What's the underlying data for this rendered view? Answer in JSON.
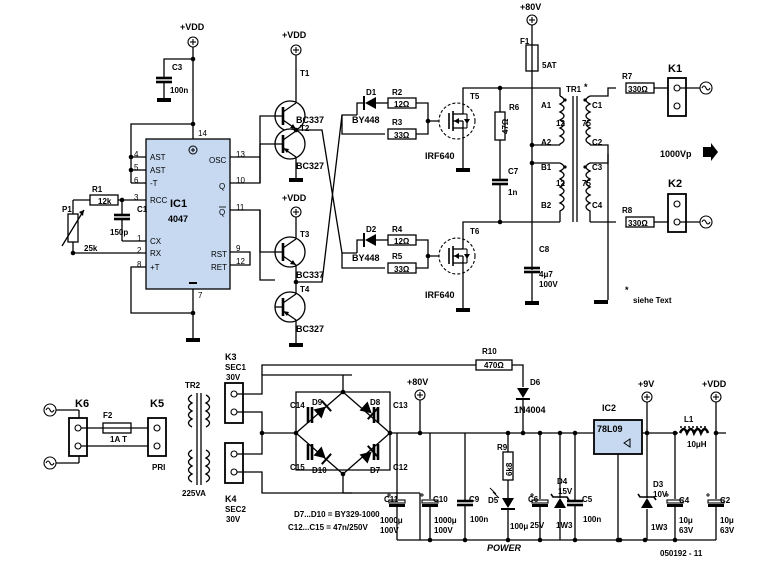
{
  "supply": {
    "vdd": "+VDD",
    "v80": "+80V",
    "v9": "+9V"
  },
  "ic1": {
    "name": "IC1",
    "part": "4047",
    "pins_left": [
      {
        "num": "4",
        "label": "AST"
      },
      {
        "num": "5",
        "label": "AST"
      },
      {
        "num": "6",
        "label": "-T"
      },
      {
        "num": "3",
        "label": "RCC"
      },
      {
        "num": "1",
        "label": "CX"
      },
      {
        "num": "2",
        "label": "RX"
      },
      {
        "num": "8",
        "label": "+T"
      }
    ],
    "pins_right": [
      {
        "num": "13",
        "label": "OSC"
      },
      {
        "num": "10",
        "label": "Q"
      },
      {
        "num": "11",
        "label": "Q"
      },
      {
        "num": "9",
        "label": "RST"
      },
      {
        "num": "12",
        "label": "RET"
      }
    ],
    "pin_top": "14",
    "pin_bottom": "7"
  },
  "components": {
    "c3": {
      "ref": "C3",
      "value": "100n"
    },
    "r1": {
      "ref": "R1",
      "value": "12k"
    },
    "p1": {
      "ref": "P1",
      "value": "25k"
    },
    "c1": {
      "ref": "C1",
      "value": "150p"
    },
    "t1": {
      "ref": "T1",
      "value": "BC337"
    },
    "t2": {
      "ref": "T2",
      "value": "BC327"
    },
    "t3": {
      "ref": "T3",
      "value": "BC337"
    },
    "t4": {
      "ref": "T4",
      "value": "BC327"
    },
    "d1": {
      "ref": "D1",
      "value": "BY448"
    },
    "d2": {
      "ref": "D2",
      "value": "BY448"
    },
    "r2": {
      "ref": "R2",
      "value": "12Ω"
    },
    "r3": {
      "ref": "R3",
      "value": "33Ω"
    },
    "r4": {
      "ref": "R4",
      "value": "12Ω"
    },
    "r5": {
      "ref": "R5",
      "value": "33Ω"
    },
    "t5": {
      "ref": "T5",
      "value": "IRF640"
    },
    "t6": {
      "ref": "T6",
      "value": "IRF640"
    },
    "r6": {
      "ref": "R6",
      "value": "47Ω"
    },
    "c7": {
      "ref": "C7",
      "value": "1n"
    },
    "c8": {
      "ref": "C8",
      "value": "4μ7",
      "value2": "100V"
    },
    "f1": {
      "ref": "F1",
      "value": "5AT"
    },
    "tr1": {
      "ref": "TR1",
      "mark": "*"
    },
    "r7": {
      "ref": "R7",
      "value": "330Ω"
    },
    "r8": {
      "ref": "R8",
      "value": "330Ω"
    },
    "k1": {
      "ref": "K1"
    },
    "k2": {
      "ref": "K2"
    },
    "r10": {
      "ref": "R10",
      "value": "470Ω"
    },
    "d6": {
      "ref": "D6",
      "value": "1N4004"
    },
    "r9": {
      "ref": "R9",
      "value": "6k8"
    },
    "d5": {
      "ref": "D5"
    },
    "c6": {
      "ref": "C6",
      "value": "25V"
    },
    "d4": {
      "ref": "D4",
      "value": "15V",
      "value2": "1W3"
    },
    "c5": {
      "ref": "C5",
      "value": "100n"
    },
    "ic2": {
      "ref": "IC2",
      "value": "78L09"
    },
    "d3": {
      "ref": "D3",
      "value": "10V",
      "value2": "1W3"
    },
    "c4": {
      "ref": "C4",
      "value": "10μ",
      "value2": "63V"
    },
    "l1": {
      "ref": "L1",
      "value": "10μH"
    },
    "c2": {
      "ref": "C2",
      "value": "10μ",
      "value2": "63V"
    },
    "c9": {
      "ref": "C9",
      "value": "100n"
    },
    "c10": {
      "ref": "C10",
      "value": "1000μ",
      "value2": "100V"
    },
    "c11": {
      "ref": "C11",
      "value": "1000μ",
      "value2": "100V"
    },
    "c12": {
      "ref": "C12"
    },
    "c13": {
      "ref": "C13"
    },
    "c14": {
      "ref": "C14"
    },
    "c15": {
      "ref": "C15"
    },
    "d7": {
      "ref": "D7"
    },
    "d8": {
      "ref": "D8"
    },
    "d9": {
      "ref": "D9"
    },
    "d10": {
      "ref": "D10"
    },
    "k3": {
      "ref": "K3",
      "value": "SEC1",
      "value2": "30V"
    },
    "k4": {
      "ref": "K4",
      "value": "SEC2",
      "value2": "30V"
    },
    "k5": {
      "ref": "K5",
      "value": "PRI"
    },
    "k6": {
      "ref": "K6"
    },
    "f2": {
      "ref": "F2",
      "value": "1A T"
    },
    "tr2": {
      "ref": "TR2",
      "value": "225VA"
    }
  },
  "tr1_pins": [
    "A1",
    "A2",
    "B1",
    "B2",
    "C1",
    "C2",
    "C3",
    "C4",
    "12",
    "75",
    "12",
    "75"
  ],
  "text": {
    "output": "1000Vp",
    "note": "siehe Text",
    "note_mark": "*",
    "diode_note": "D7...D10 = BY329-1000",
    "cap_note": "C12...C15 = 47n/250V",
    "plus_100u": "100μ",
    "power": "POWER",
    "c9_extra": "100n",
    "code": "050192 - 11"
  }
}
